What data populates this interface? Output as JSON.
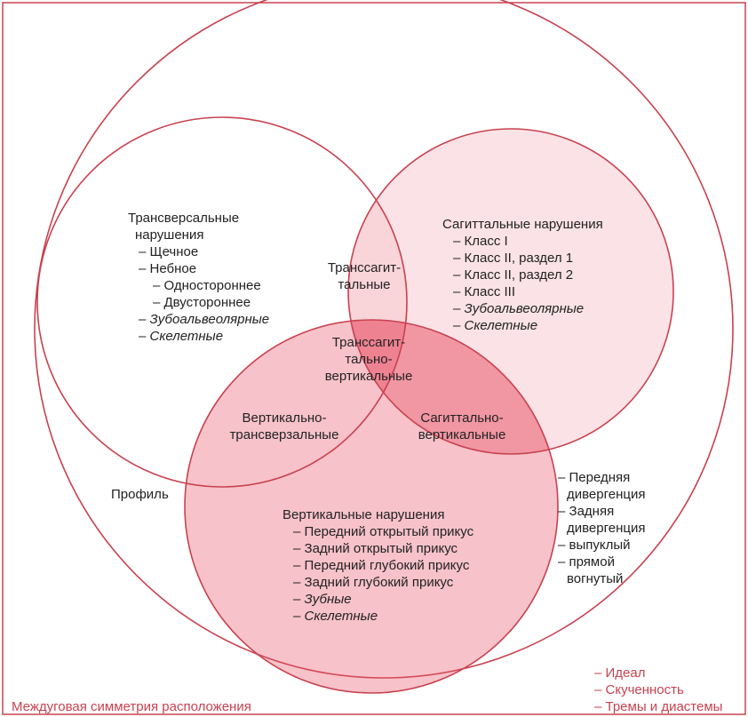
{
  "colors": {
    "frame": "#c8424f",
    "outline": "#c8424f",
    "fill": "#e8556a",
    "accent_text": "#c8424f"
  },
  "transversal": {
    "title_1": "Трансверсальные",
    "title_2": "нарушения",
    "items": [
      "– Щечное",
      "– Небное",
      "– Одностороннее",
      "– Двустороннее",
      "– Зубоальвеолярные",
      "– Скелетные"
    ]
  },
  "sagittal": {
    "title": "Сагиттальные нарушения",
    "items": [
      "– Класс I",
      "– Класс II, раздел 1",
      "– Класс II, раздел 2",
      "– Класс III",
      "– Зубоальвеолярные",
      "– Скелетные"
    ]
  },
  "vertical": {
    "title": "Вертикальные нарушения",
    "items": [
      "– Передний открытый прикус",
      "– Задний открытый прикус",
      "– Передний глубокий прикус",
      "– Задний глубокий прикус",
      "– Зубные",
      "– Скелетные"
    ]
  },
  "overlaps": {
    "transsagittal_1": "Транссагит-",
    "transsagittal_2": "тальные",
    "triple_1": "Транссагит-",
    "triple_2": "тально-",
    "triple_3": "вертикальные",
    "vert_trans_1": "Вертикально-",
    "vert_trans_2": "трансверзальные",
    "sag_vert_1": "Сагиттально-",
    "sag_vert_2": "вертикальные"
  },
  "profile": {
    "label": "Профиль",
    "items": [
      "– Передняя",
      "дивергенция",
      "– Задняя",
      "дивергенция",
      "– выпуклый",
      "– прямой",
      "вогнутый"
    ]
  },
  "bottom_left": "Междуговая симметрия расположения",
  "bottom_right": [
    "– Идеал",
    "– Скученность",
    "– Тремы и диастемы"
  ]
}
